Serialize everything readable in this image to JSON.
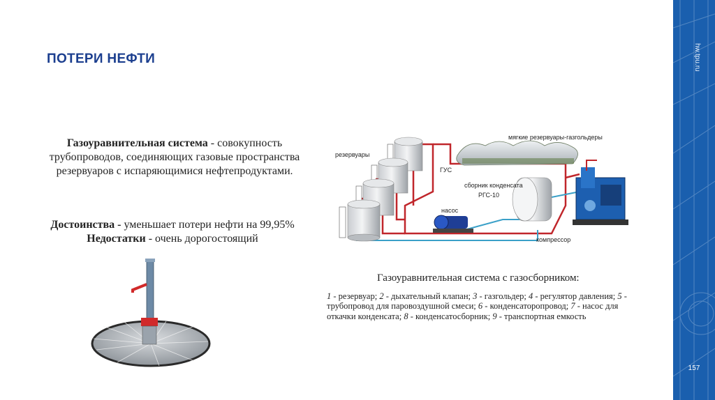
{
  "header": {
    "title": "ПОТЕРИ НЕФТИ"
  },
  "sidebar": {
    "url": "hw.tpu.ru",
    "page_number": "157",
    "accent": "#1a5fae"
  },
  "definition": {
    "term": "Газоуравнительная система",
    "text": " - совокупность трубопроводов, соединяющих газовые пространства резервуаров с испаряющимися нефтепродуктами",
    "end": "."
  },
  "pros_cons": {
    "pros_label": "Достоинства -",
    "pros_text": " уменьшает потери нефти на 99,95%",
    "cons_label": "Недостатки",
    "cons_text": " - очень дорогостоящий"
  },
  "diagram": {
    "labels": {
      "tanks": "резервуары",
      "soft_tanks": "мягкие резервуары-газгольдеры",
      "gus": "ГУС",
      "collector": "сборник конденсата",
      "rgs": "РГС-10",
      "pump": "насос",
      "compressor": "компрессор"
    },
    "caption": "Газоуравнительная система с газосборником:",
    "legend": [
      {
        "n": "1",
        "t": " - резервуар; "
      },
      {
        "n": "2",
        "t": " - дыхательный клапан; "
      },
      {
        "n": "3",
        "t": " - газгольдер; "
      },
      {
        "n": "4",
        "t": " - регулятор давления; "
      },
      {
        "n": "5",
        "t": " - трубопровод для паровоздушной смеси; "
      },
      {
        "n": "6",
        "t": " - конденсаторопровод; "
      },
      {
        "n": "7",
        "t": " - насос для откачки конденсата; "
      },
      {
        "n": "8",
        "t": " - конденсатосборник; "
      },
      {
        "n": "9",
        "t": " - транспортная емкость"
      }
    ]
  }
}
